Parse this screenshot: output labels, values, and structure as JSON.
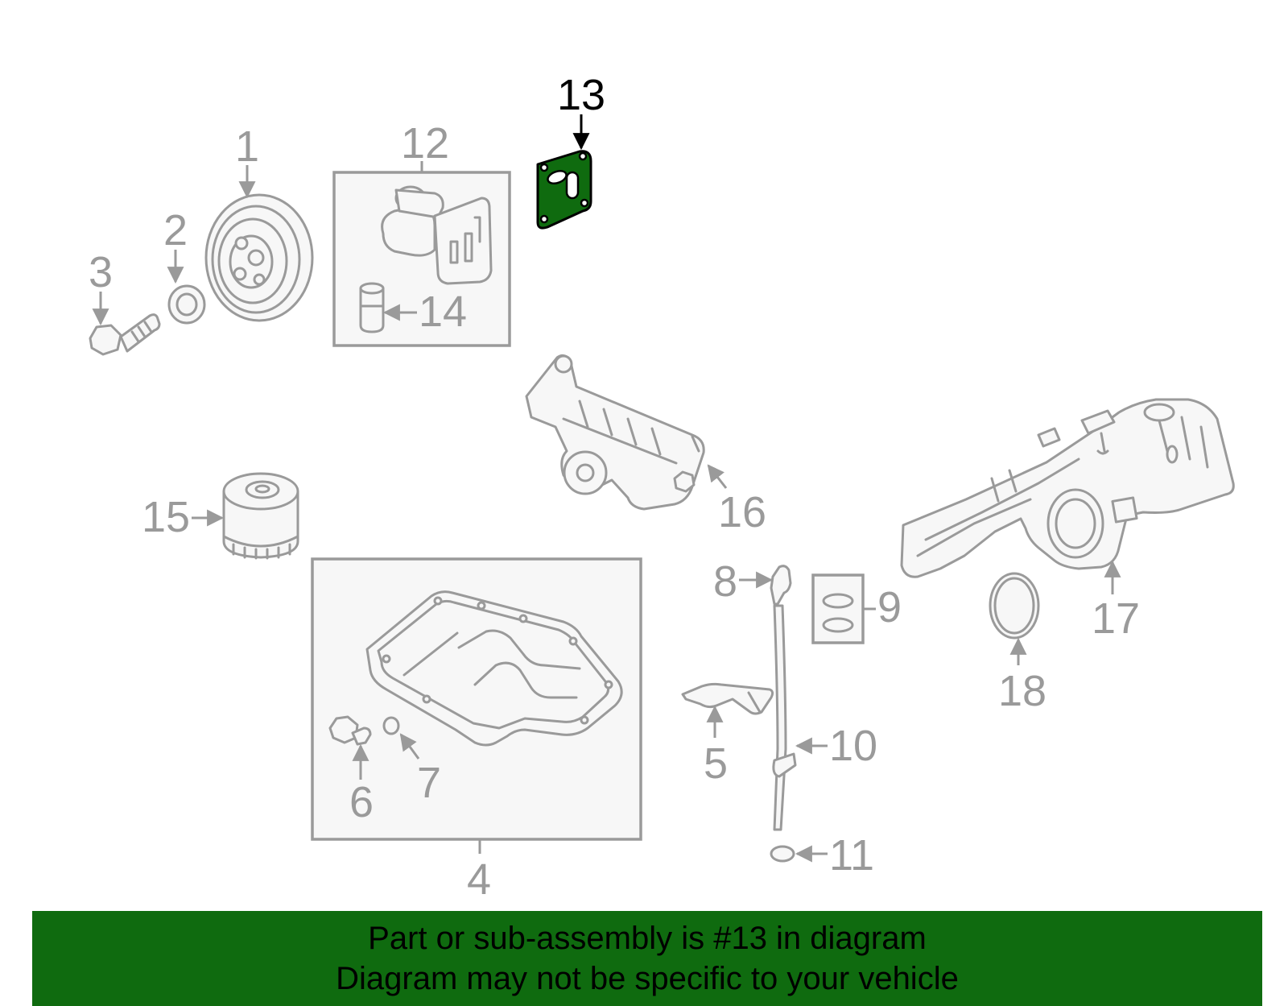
{
  "callouts": {
    "c1": "1",
    "c2": "2",
    "c3": "3",
    "c4": "4",
    "c5": "5",
    "c6": "6",
    "c7": "7",
    "c8": "8",
    "c9": "9",
    "c10": "10",
    "c11": "11",
    "c12": "12",
    "c13": "13",
    "c14": "14",
    "c15": "15",
    "c16": "16",
    "c17": "17",
    "c18": "18"
  },
  "highlighted_callout": "13",
  "colors": {
    "highlight": "#0f6b0f",
    "part_gray": "#9a9a9a",
    "banner": "#0f6b0f"
  },
  "banner": {
    "line1": "Part or sub-assembly is #13 in diagram",
    "line2": "Diagram may not be specific to your vehicle"
  }
}
